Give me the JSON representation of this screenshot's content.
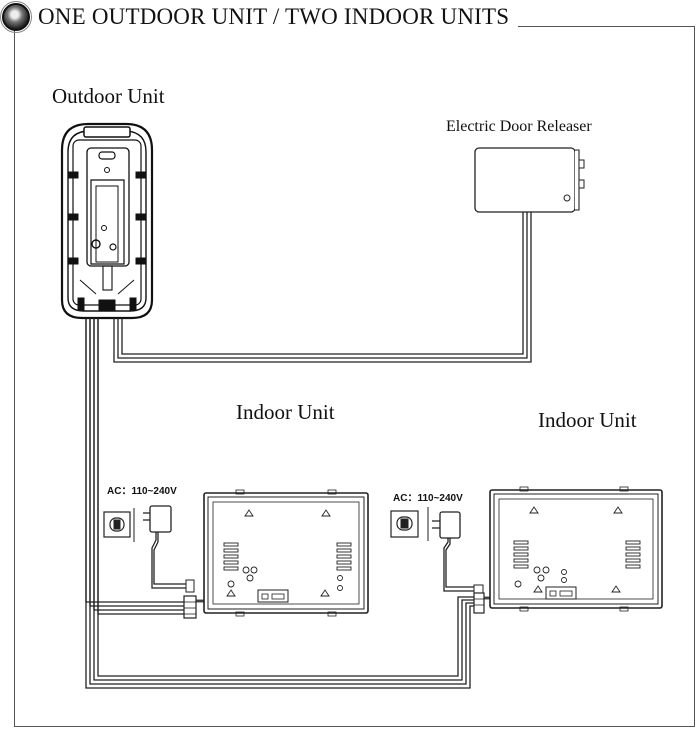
{
  "title": "ONE OUTDOOR UNIT / TWO INDOOR UNITS",
  "labels": {
    "outdoor_unit": "Outdoor  Unit",
    "door_releaser": "Electric Door Releaser",
    "indoor_unit_1": "Indoor Unit",
    "indoor_unit_2": "Indoor Unit",
    "ac_1": "AC：110~240V",
    "ac_2": "AC：110~240V"
  }
}
